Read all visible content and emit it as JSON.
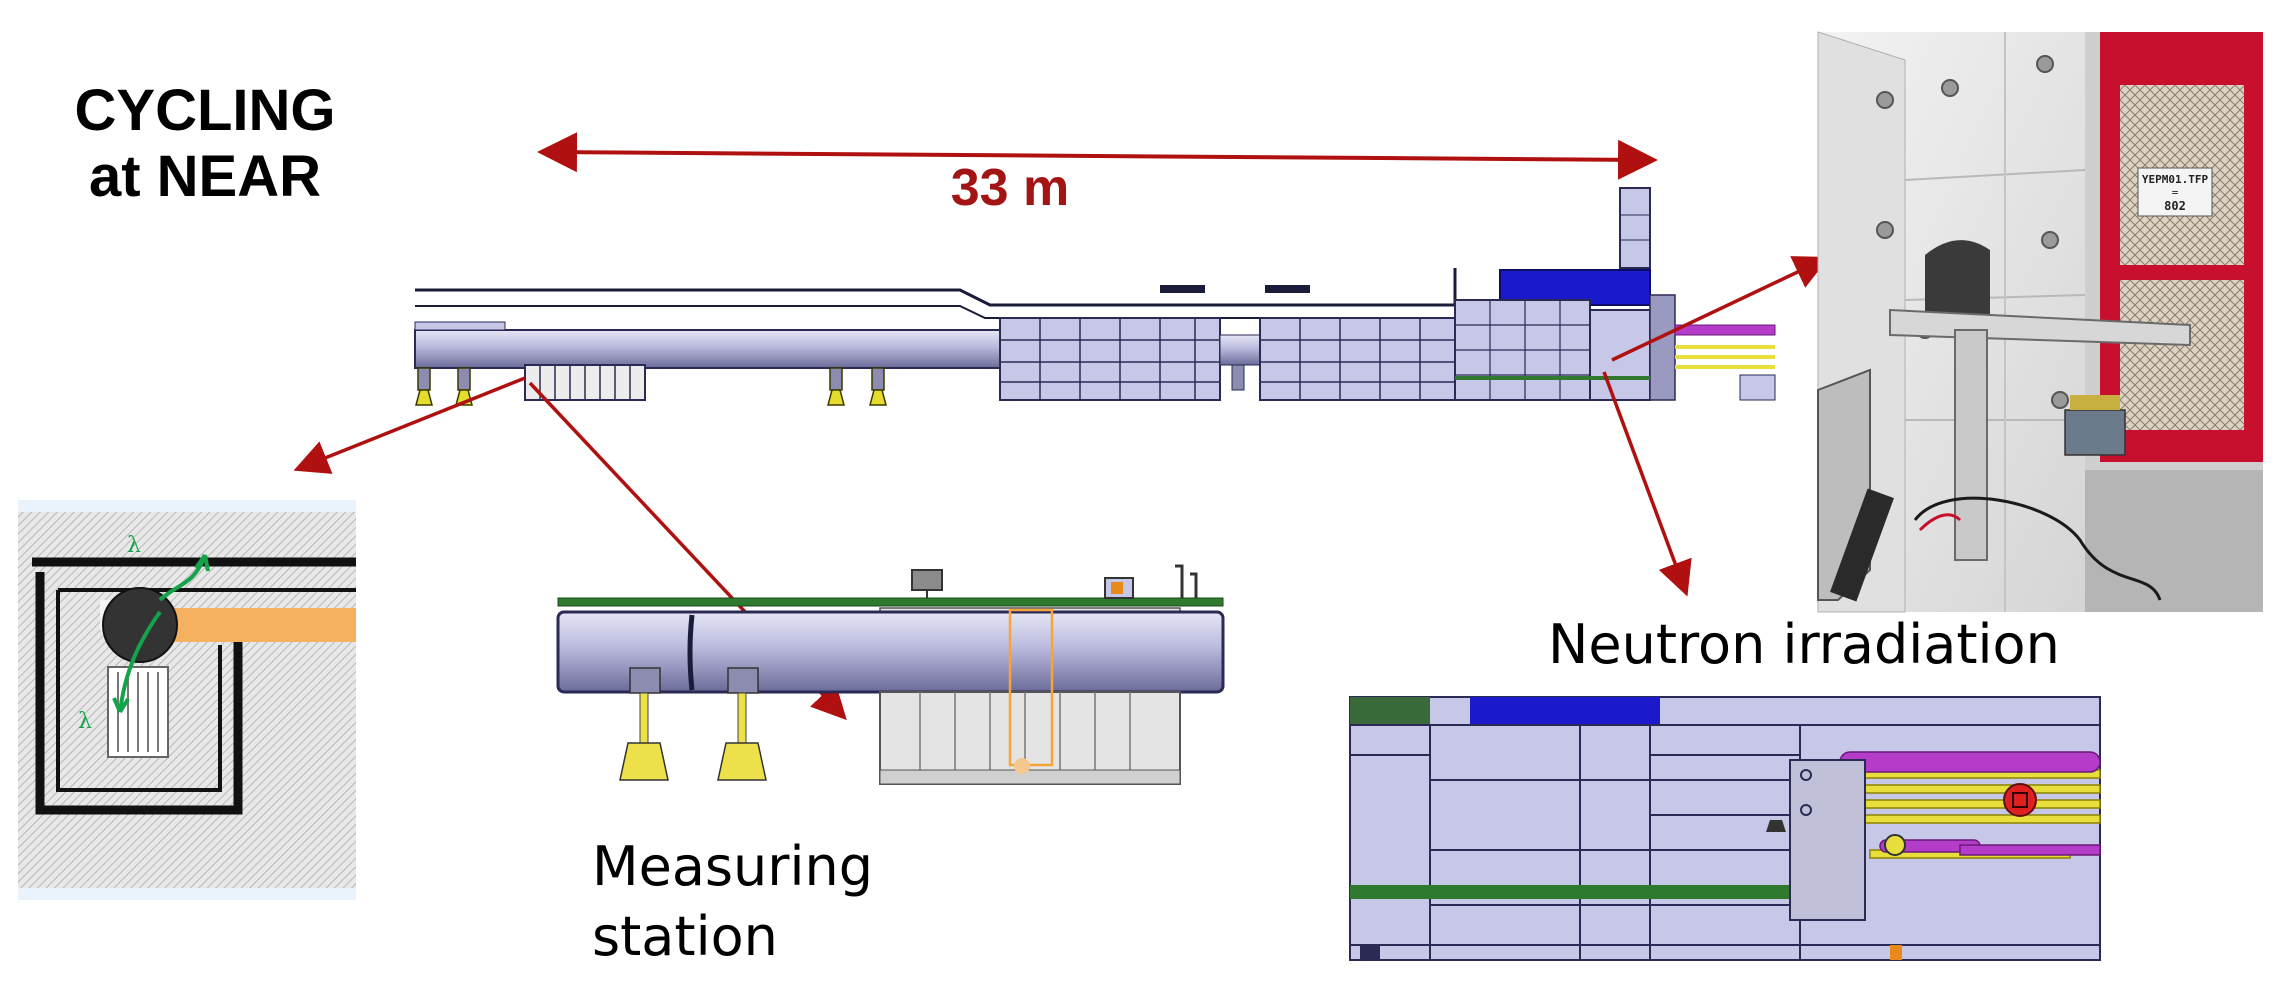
{
  "title": "CYCLING\nat NEAR",
  "dimension": "33 m",
  "captions": {
    "measuring_station": "Measuring\nstation",
    "neutron_irradiation": "Neutron irradiation"
  },
  "photo_sign": {
    "line1": "YEPM01.TFP",
    "line2": "=",
    "line3": "802"
  },
  "colors": {
    "arrow": "#b01010",
    "dimension_text": "#a31515",
    "machine_fill": "#c7c7e8",
    "machine_line": "#2a2a55",
    "shield_blue": "#1a1acc",
    "pipe": "#b9b9dd",
    "magenta_pipe": "#b43cc8",
    "yellow": "#e8df3c",
    "green": "#2f7a2f",
    "orange": "#f5b060",
    "safety_red": "#c8102e"
  },
  "icons": [
    "neutron-beam-icon",
    "wavy-arrow-icon"
  ]
}
